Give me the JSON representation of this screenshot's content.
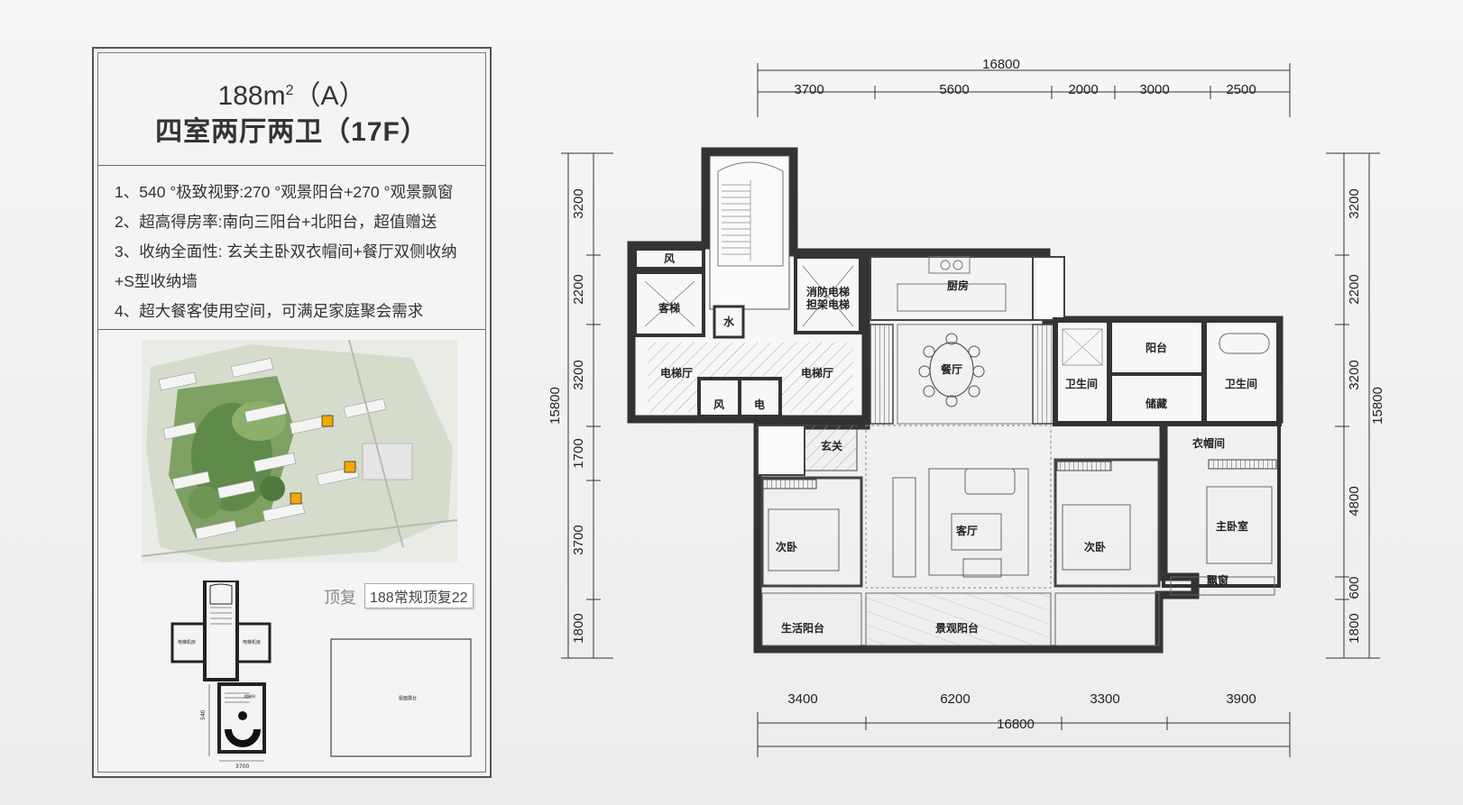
{
  "card": {
    "title_area": "188m",
    "title_sup": "2",
    "title_suffix": "（A）",
    "subtitle": "四室两厅两卫（17F）",
    "features": [
      "1、540 °极致视野:270 °观景阳台+270 °观景飘窗",
      "2、超高得房率:南向三阳台+北阳台，超值赠送",
      "3、收纳全面性: 玄关主卧双衣帽间+餐厅双侧收纳",
      "+S型收纳墙",
      "4、超大餐客使用空间，可满足家庭聚会需求"
    ],
    "mini_tag": "188常规顶复22",
    "mini_tag_shadow": "顶复",
    "mini_plan_labels": {
      "machine_left": "电梯机房",
      "machine_right": "电梯机房",
      "roof": "屋面露台",
      "stair_room": "楼梯间",
      "dim_side": "540",
      "dim_bottom": "3700"
    }
  },
  "plan": {
    "dims_top_total": "16800",
    "dims_top": [
      "3700",
      "5600",
      "2000",
      "3000",
      "2500"
    ],
    "dims_bottom": [
      "3400",
      "6200",
      "3300",
      "3900"
    ],
    "dims_bottom_total": "16800",
    "dims_left": [
      "3200",
      "2200",
      "3200",
      "1700",
      "3700",
      "1800"
    ],
    "dims_left_total": "15800",
    "dims_right": [
      "3200",
      "2200",
      "3200",
      "4800",
      "600",
      "1800"
    ],
    "dims_right_total": "15800",
    "rooms": {
      "wind_top": "风",
      "guest_lift": "客梯",
      "water": "水",
      "fire_lift_1": "消防电梯",
      "fire_lift_2": "担架电梯",
      "lift_hall_left": "电梯厅",
      "lift_hall_right": "电梯厅",
      "wind_bottom": "风",
      "elec": "电",
      "kitchen": "厨房",
      "dining": "餐厅",
      "bath_left": "卫生间",
      "balcony_north": "阳台",
      "storage": "储藏",
      "bath_right": "卫生间",
      "foyer": "玄关",
      "cloakroom": "衣帽间",
      "bedroom_left": "次卧",
      "living": "客厅",
      "bedroom_mid": "次卧",
      "master": "主卧室",
      "bay_window": "飘窗",
      "utility_balcony": "生活阳台",
      "view_balcony": "景观阳台"
    }
  }
}
